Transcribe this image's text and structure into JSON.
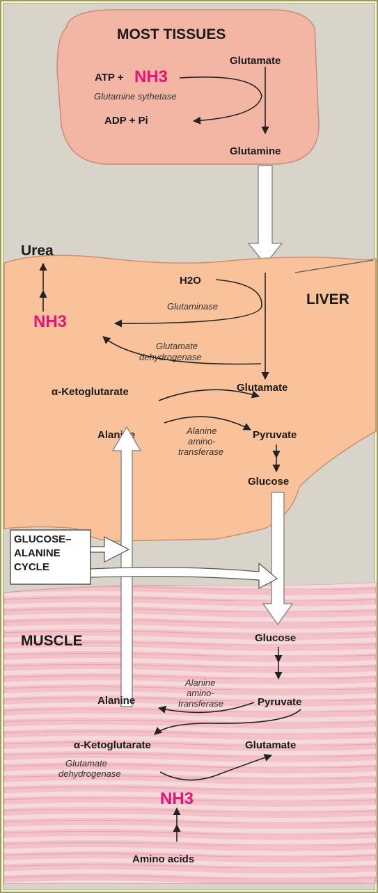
{
  "colors": {
    "accent_nh3": "#e8137a",
    "tissue_fill": "#f4b6a4",
    "liver_fill": "#f9c29a",
    "muscle_fill": "#f3c2c8",
    "background": "#ffffcc"
  },
  "tissues": {
    "title": "MOST TISSUES",
    "glutamate": "Glutamate",
    "atp_plus": "ATP +",
    "nh3": "NH3",
    "enzyme": "Glutamine sythetase",
    "adp_pi": "ADP + Pi",
    "glutamine": "Glutamine"
  },
  "liver": {
    "title": "LIVER",
    "urea": "Urea",
    "h2o": "H2O",
    "glutaminase": "Glutaminase",
    "nh3": "NH3",
    "gdh_line1": "Glutamate",
    "gdh_line2": "dehydrogenase",
    "alpha_kg": "α-Ketoglutarate",
    "glutamate": "Glutamate",
    "alanine": "Alanine",
    "alt_line1": "Alanine",
    "alt_line2": "amino-",
    "alt_line3": "transferase",
    "pyruvate": "Pyruvate",
    "glucose": "Glucose"
  },
  "cycle": {
    "line1": "GLUCOSE–",
    "line2": "ALANINE",
    "line3": "CYCLE"
  },
  "muscle": {
    "title": "MUSCLE",
    "glucose": "Glucose",
    "alt_line1": "Alanine",
    "alt_line2": "amino-",
    "alt_line3": "transferase",
    "alanine": "Alanine",
    "pyruvate": "Pyruvate",
    "alpha_kg": "α-Ketoglutarate",
    "glutamate": "Glutamate",
    "gdh_line1": "Glutamate",
    "gdh_line2": "dehydrogenase",
    "nh3": "NH3",
    "amino_acids": "Amino acids"
  }
}
